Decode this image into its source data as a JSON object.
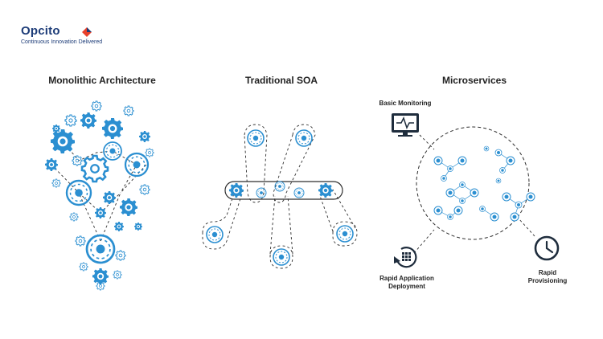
{
  "brand": {
    "name": "Opcito",
    "tagline": "Continuous Innovation Delivered",
    "colors": {
      "navy": "#1d3c78",
      "red": "#e8412c",
      "blue": "#2b8fd1",
      "dark": "#1f2d3d"
    }
  },
  "columns": [
    {
      "title": "Monolithic Architecture"
    },
    {
      "title": "Traditional SOA"
    },
    {
      "title": "Microservices"
    }
  ],
  "microservices": {
    "labels": {
      "monitoring": "Basic Monitoring",
      "deployment_line1": "Rapid Application",
      "deployment_line2": "Deployment",
      "provisioning_line1": "Rapid",
      "provisioning_line2": "Provisioning"
    },
    "icons": [
      "monitor-icon",
      "deployment-icon",
      "clock-icon"
    ]
  }
}
